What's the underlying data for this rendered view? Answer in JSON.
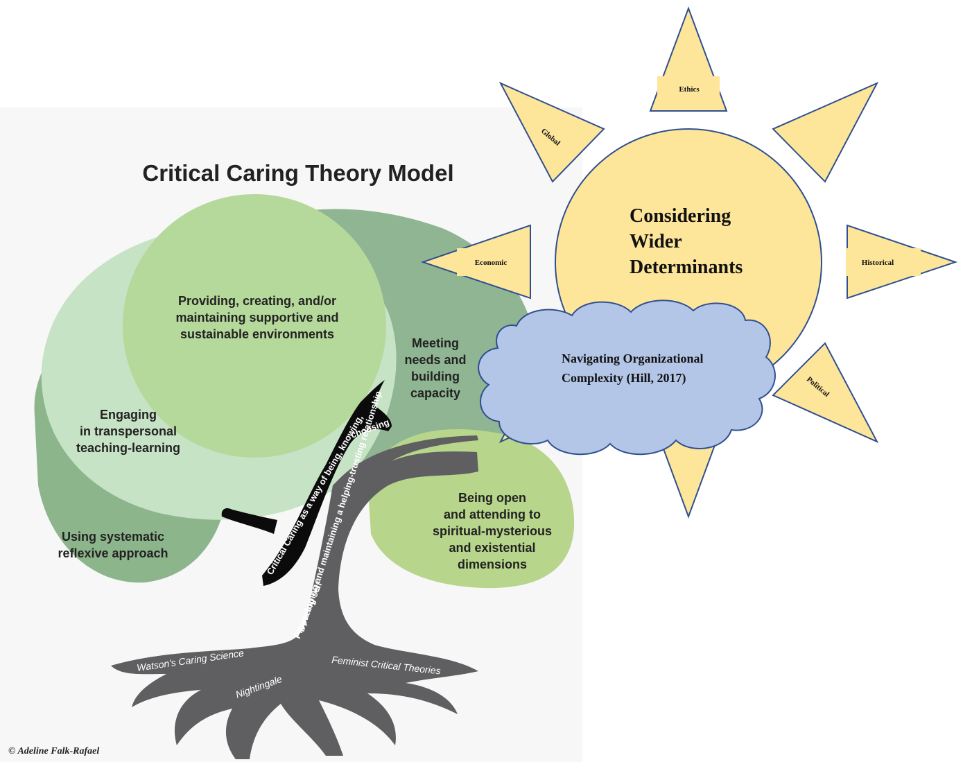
{
  "tree_model": {
    "title": "Critical Caring Theory Model",
    "regions": {
      "top": [
        "Providing, creating, and/or",
        "maintaining supportive and",
        "sustainable environments"
      ],
      "right": [
        "Meeting",
        "needs and",
        "building",
        "capacity"
      ],
      "left": [
        "Engaging",
        "in transpersonal",
        "teaching-learning"
      ],
      "lower_left": [
        "Using systematic",
        "reflexive approach"
      ],
      "lower_right": [
        "Being open",
        "and attending to",
        "spiritual-mysterious",
        "and existential",
        "dimensions"
      ]
    },
    "branches": {
      "black": "Critical Caring as a way of being, knowing,",
      "black_end": "choosing",
      "grey": "Developing and maintaining a helping-trusting relationship",
      "grey_short": "Preparing self"
    },
    "roots": {
      "left": "Watson's Caring Science",
      "center": "Nightingale",
      "right": "Feminist Critical Theories"
    },
    "copyright": "© Adeline Falk-Rafael",
    "colors": {
      "region_top": "#b5d89b",
      "region_right": "#8fb592",
      "region_left": "#c7e3c5",
      "region_lower_left": "#8db58c",
      "region_lower_right": "#b7d58b",
      "trunk": "#5f5f61",
      "black_branch": "#0b0b0b"
    }
  },
  "sun": {
    "center_text": [
      "Considering",
      "Wider",
      "Determinants"
    ],
    "rays": {
      "top": "Ethics",
      "upper_left": "Global",
      "left": "Economic",
      "right": "Historical",
      "lower_right": "Political"
    },
    "colors": {
      "fill": "#fde59a",
      "stroke": "#2f4f8f"
    }
  },
  "cloud": {
    "text": [
      "Navigating Organizational",
      "Complexity (Hill, 2017)"
    ],
    "colors": {
      "fill": "#b4c6e7",
      "stroke": "#2f4f8f"
    }
  }
}
